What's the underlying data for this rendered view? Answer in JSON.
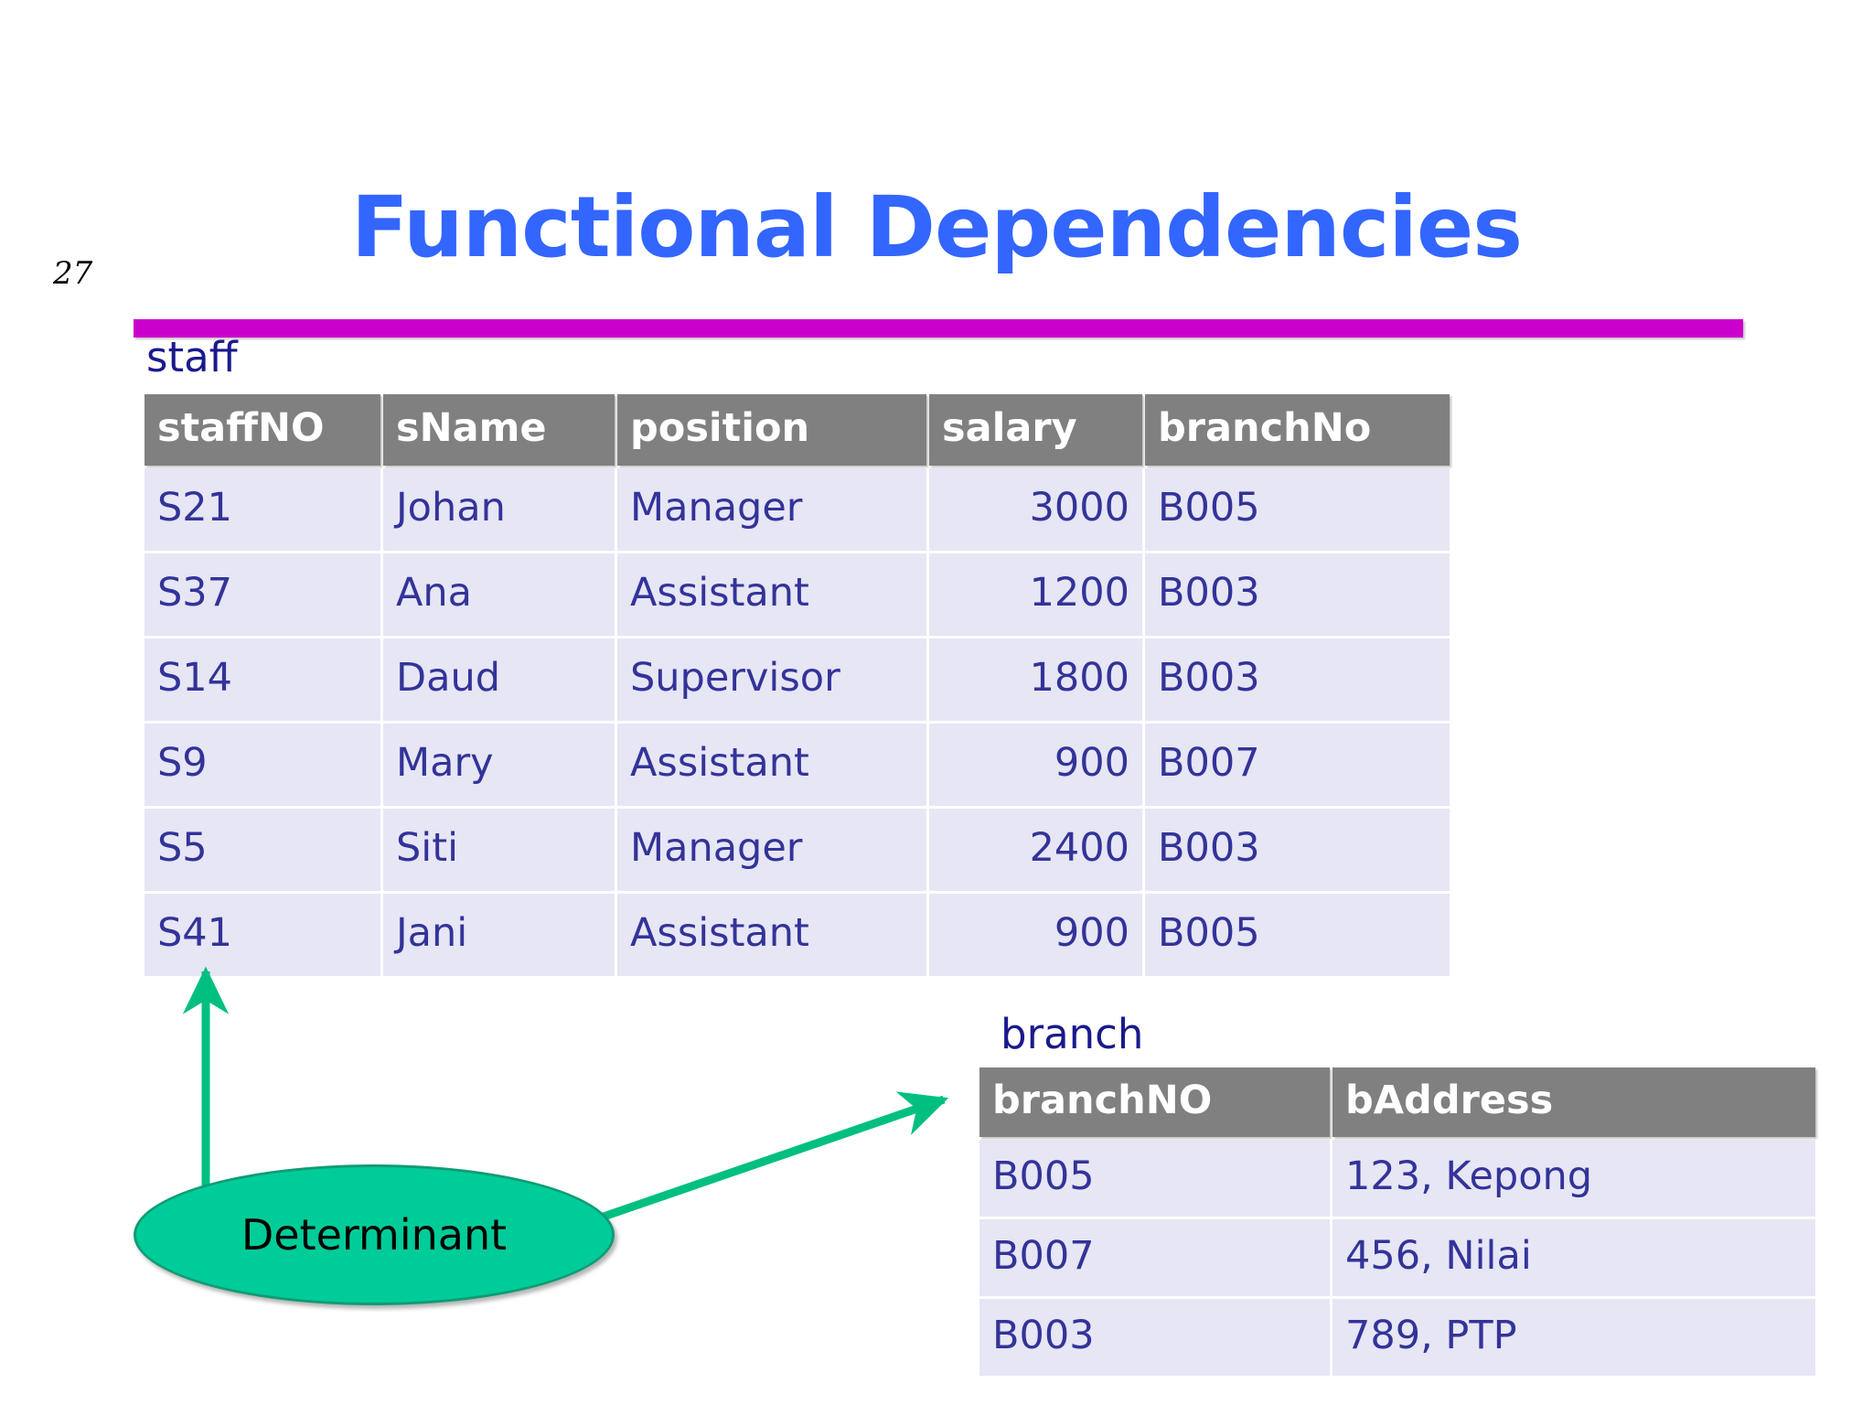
{
  "slide": {
    "number": "27",
    "title": "Functional Dependencies",
    "title_color": "#3366ff",
    "rule_color": "#cc00cc",
    "background": "#ffffff"
  },
  "staff_table": {
    "caption": "staff",
    "caption_color": "#1a1a8c",
    "header_bg": "#808080",
    "header_color": "#ffffff",
    "cell_bg": "#e6e6f5",
    "cell_color": "#333399",
    "columns": [
      {
        "key": "staffNO",
        "label": "staffNO",
        "align": "left"
      },
      {
        "key": "sName",
        "label": "sName",
        "align": "left"
      },
      {
        "key": "position",
        "label": "position",
        "align": "left"
      },
      {
        "key": "salary",
        "label": "salary",
        "align": "right"
      },
      {
        "key": "branchNo",
        "label": "branchNo",
        "align": "left"
      }
    ],
    "rows": [
      [
        "S21",
        "Johan",
        "Manager",
        "3000",
        "B005"
      ],
      [
        "S37",
        "Ana",
        "Assistant",
        "1200",
        "B003"
      ],
      [
        "S14",
        "Daud",
        "Supervisor",
        "1800",
        "B003"
      ],
      [
        "S9",
        "Mary",
        "Assistant",
        "900",
        "B007"
      ],
      [
        "S5",
        "Siti",
        "Manager",
        "2400",
        "B003"
      ],
      [
        "S41",
        "Jani",
        "Assistant",
        "900",
        "B005"
      ]
    ]
  },
  "branch_table": {
    "caption": "branch",
    "caption_color": "#1a1a8c",
    "header_bg": "#808080",
    "header_color": "#ffffff",
    "cell_bg": "#e6e6f5",
    "cell_color": "#333399",
    "columns": [
      {
        "key": "branchNO",
        "label": "branchNO",
        "align": "left"
      },
      {
        "key": "bAddress",
        "label": "bAddress",
        "align": "left"
      }
    ],
    "rows": [
      [
        "B005",
        "123, Kepong"
      ],
      [
        "B007",
        "456, Nilai"
      ],
      [
        "B003",
        "789, PTP"
      ]
    ]
  },
  "annotation": {
    "ellipse_label": "Determinant",
    "ellipse_fill": "#00cc99",
    "ellipse_stroke": "#0f9c74",
    "ellipse_text_color": "#000000",
    "arrow_color": "#00bf80",
    "arrows": [
      {
        "name": "arrow-to-staffno",
        "from": "determinant-ellipse",
        "to": "staff.staffNO"
      },
      {
        "name": "arrow-to-branchno",
        "from": "determinant-ellipse",
        "to": "branch.branchNO"
      }
    ]
  }
}
